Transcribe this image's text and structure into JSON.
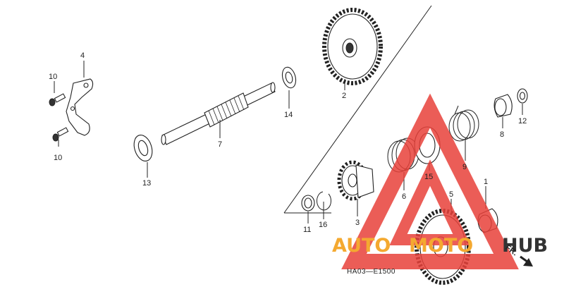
{
  "diagram": {
    "code": "HA03—E1500",
    "fr_mark": "FR.",
    "labels": {
      "p1": "1",
      "p2": "2",
      "p3": "3",
      "p4": "4",
      "p5": "5",
      "p6": "6",
      "p7": "7",
      "p8": "8",
      "p9": "9",
      "p10a": "10",
      "p10b": "10",
      "p11": "11",
      "p12": "12",
      "p13": "13",
      "p14": "14",
      "p15": "15",
      "p16": "16"
    }
  },
  "watermark": {
    "word1": "AUTO",
    "word2": "MOTO",
    "word3": "HUB",
    "color_red": "#e8413a",
    "color_orange": "#f4a930",
    "color_dark": "#333333"
  }
}
